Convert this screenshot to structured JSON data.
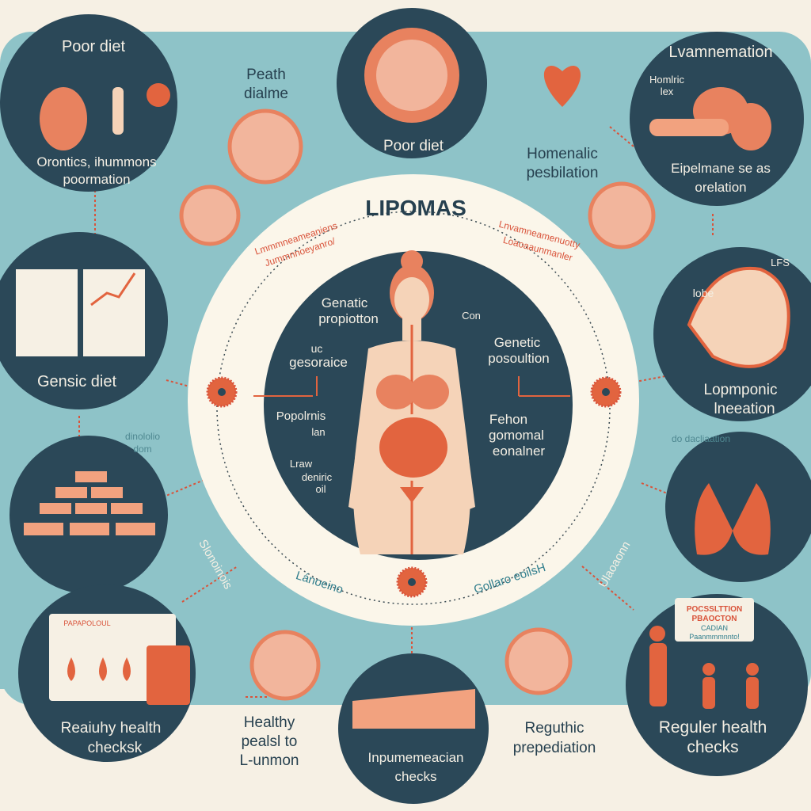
{
  "title": "LIPOMAS",
  "colors": {
    "background": "#f6f0e4",
    "teal": "#8ec3c8",
    "dark": "#2b4858",
    "accent": "#e86f4f",
    "red": "#d9533a",
    "skin": "#f5d3b8"
  },
  "outer_nodes": {
    "top_left": {
      "title": "Poor diet",
      "caption_1": "Orontics, ihummons",
      "caption_2": "poormation"
    },
    "top_center": {
      "title": "Poor diet"
    },
    "top_right": {
      "title": "Lvamnemation",
      "label_1": "Homlric",
      "label_2": "lex",
      "caption_1": "Eipelmane se as",
      "caption_2": "orelation"
    },
    "left_mid": {
      "title": "Gensic diet"
    },
    "right_mid": {
      "label_lobe": "lobe",
      "label_lfs": "LFS",
      "caption_1": "Lopmponic",
      "caption_2": "lneeation"
    },
    "left_low": {},
    "right_low": {},
    "bottom_left": {
      "panel_label": "PAPAPOLOUL",
      "caption_1": "Reaiuhy health",
      "caption_2": "checksk"
    },
    "bottom_center": {
      "caption_1": "Inpumemeacian",
      "caption_2": "checks"
    },
    "bottom_right": {
      "sign_1": "POCSSLTTION",
      "sign_2": "PBAOCTON",
      "sign_3": "CADIAN",
      "sign_4": "Paanmmmnnto!",
      "caption_1": "Reguler  health",
      "caption_2": "checks"
    }
  },
  "band_labels": {
    "peath_1": "Peath",
    "peath_2": "dialme",
    "homen_1": "Homenalic",
    "homen_2": "pesbilation",
    "healthy_1": "Healthy",
    "healthy_2": "pealsl to",
    "healthy_3": "L-unmon",
    "reguthic_1": "Reguthic",
    "reguthic_2": "prepediation",
    "dinol_1": "dinololio",
    "dinol_2": "dom",
    "dacl": "do dacliaation",
    "left_arc": "Slonoinois",
    "right_arc": "Ulaoaonn"
  },
  "ring_labels": {
    "red_left_1": "Lmmmneameaniens",
    "red_left_2": "Jummnnoeyanro/",
    "red_right_1": "Lnvamneamenuotty",
    "red_right_2": "Loaoaaunmanler",
    "bottom_left": "Lánoeino",
    "bottom_right": "Gollaro eoilsH"
  },
  "inner_labels": {
    "genetic_prop_1": "Genatic",
    "genetic_prop_2": "propiotton",
    "geso_1": "uc",
    "geso_2": "gesoraice",
    "popo_1": "Popolrnis",
    "popo_2": "lan",
    "lraw_1": "Lraw",
    "lraw_2": "deniric",
    "lraw_3": "oil",
    "con": "Con",
    "genetic_pos_1": "Genetic",
    "genetic_pos_2": "posoultion",
    "fehon_1": "Fehon",
    "fehon_2": "gomomal",
    "fehon_3": "eonalner"
  }
}
